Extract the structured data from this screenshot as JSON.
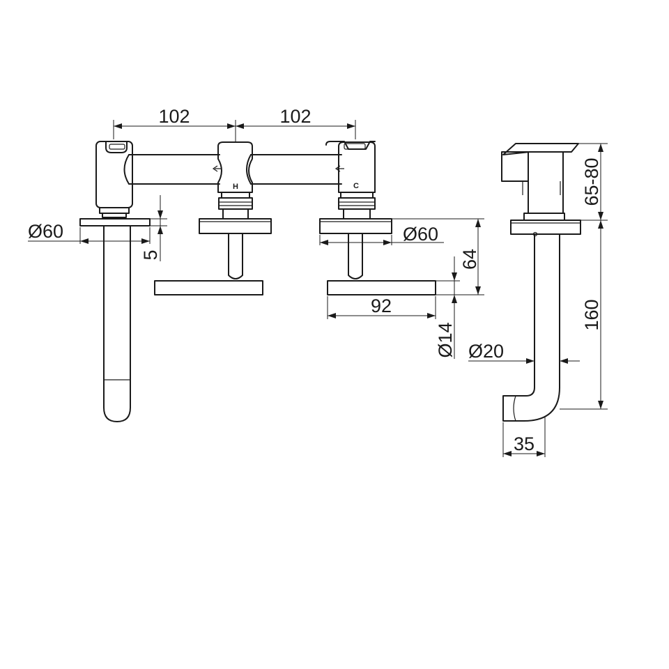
{
  "dimensions": {
    "spacing_left": "102",
    "spacing_right": "102",
    "flange_diameter_left": "Ø60",
    "flange_diameter_right": "Ø60",
    "flange_thickness": "5",
    "handle_height": "64",
    "handle_length": "92",
    "handle_diameter": "Ø14",
    "spout_diameter": "Ø20",
    "projection": "65-80",
    "spout_length": "160",
    "spout_reach": "35"
  },
  "valve_marks": {
    "hot": "H",
    "cold": "C"
  }
}
